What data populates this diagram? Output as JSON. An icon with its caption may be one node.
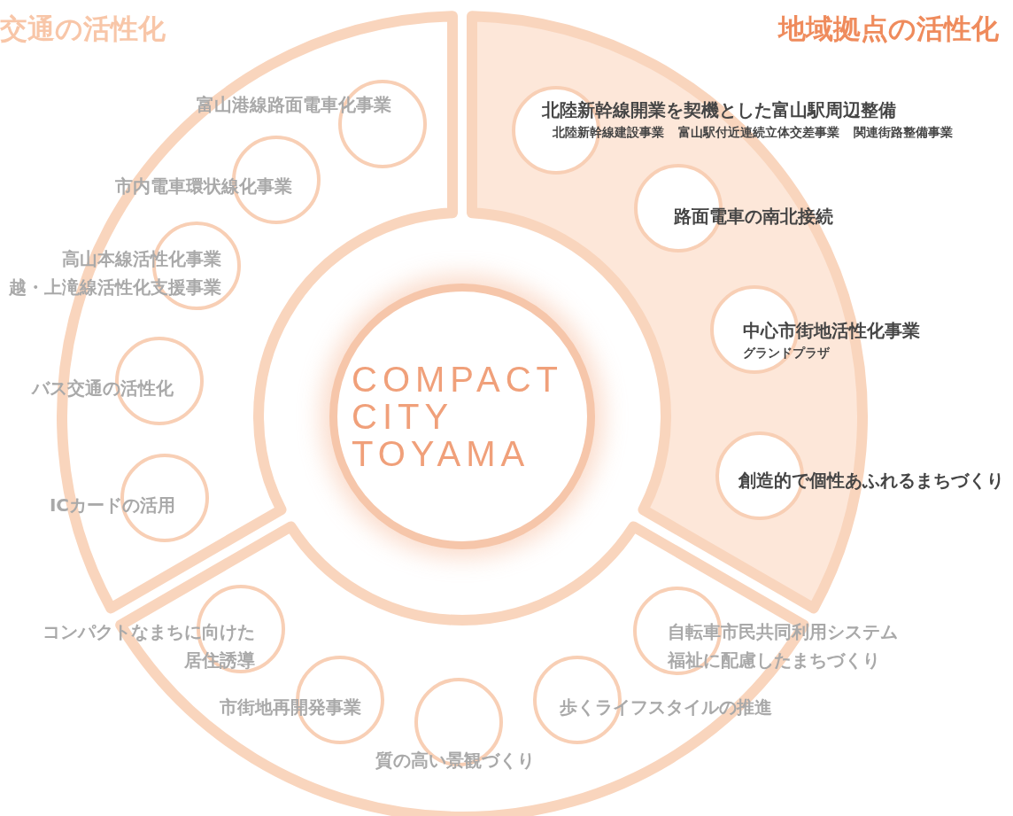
{
  "diagram": {
    "nodes": [
      {
        "text": [
          "交通の活性化"
        ]
      },
      {
        "text": [
          "富山港線路面電車化事業"
        ],
        "in": 0
      },
      {
        "text": [
          "市内電車環状線化事業"
        ],
        "in": 0
      },
      {
        "text": [
          "高山本線活性化事業",
          "越・上滝線活性化支援事業"
        ],
        "in": 0
      },
      {
        "text": [
          "バス交通の活性化"
        ],
        "in": 0
      },
      {
        "text": [
          "ICカードの活用"
        ],
        "in": 0
      },
      {
        "text": [
          "地域拠点の活性化"
        ]
      },
      {
        "text": [
          "北陸新幹線開業を契機とした富山駅周辺整備",
          "北陸新幹線建設事業",
          "富山駅付近連続立体交差事業",
          "関連街路整備事業"
        ],
        "in": 6
      },
      {
        "text": [
          "路面電車の南北接続"
        ],
        "in": 6
      },
      {
        "text": [
          "中心市街地活性化事業",
          "グランドプラザ"
        ],
        "in": 6
      },
      {
        "text": [
          "創造的で個性あふれるまちづくり"
        ],
        "in": 6
      },
      {
        "text": [],
        "shape": "band"
      },
      {
        "text": [
          "コンパクトなまちに向けた居住誘導"
        ],
        "in": 11
      },
      {
        "text": [
          "市街地再開発事業"
        ],
        "in": 11
      },
      {
        "text": [
          "質の高い景観づくり"
        ],
        "in": 11
      },
      {
        "text": [
          "歩くライフスタイルの推進"
        ],
        "in": 11
      },
      {
        "text": [
          "自転車市民共同利用システム",
          "福祉に配慮したまちづくり"
        ],
        "in": 11
      },
      {
        "text": [
          "COMPACT CITY TOYAMA"
        ]
      }
    ]
  }
}
